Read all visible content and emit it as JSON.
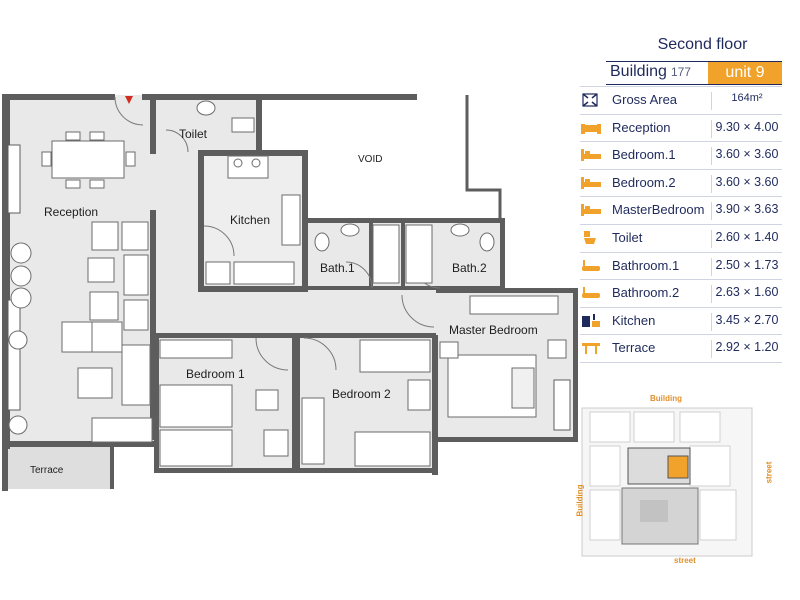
{
  "header": {
    "floor": "Second floor",
    "building_label": "Building",
    "building_number": "177",
    "unit": "unit 9"
  },
  "accent_color": "#f0a22a",
  "room_table": [
    {
      "icon": "gross-area-icon",
      "name": "Gross Area",
      "dim": "164m²"
    },
    {
      "icon": "sofa-icon",
      "name": "Reception",
      "dim": "9.30 × 4.00"
    },
    {
      "icon": "bed-icon",
      "name": "Bedroom.1",
      "dim": "3.60 × 3.60"
    },
    {
      "icon": "bed-icon",
      "name": "Bedroom.2",
      "dim": "3.60 × 3.60"
    },
    {
      "icon": "bed-icon",
      "name": "MasterBedroom",
      "dim": "3.90 × 3.63"
    },
    {
      "icon": "toilet-icon",
      "name": "Toilet",
      "dim": "2.60 × 1.40"
    },
    {
      "icon": "bathtub-icon",
      "name": "Bathroom.1",
      "dim": "2.50 × 1.73"
    },
    {
      "icon": "bathtub-icon",
      "name": "Bathroom.2",
      "dim": "2.63 × 1.60"
    },
    {
      "icon": "kitchen-icon",
      "name": "Kitchen",
      "dim": "3.45 × 2.70"
    },
    {
      "icon": "terrace-icon",
      "name": "Terrace",
      "dim": "2.92 × 1.20"
    }
  ],
  "plan_labels": {
    "reception": "Reception",
    "toilet": "Toilet",
    "kitchen": "Kitchen",
    "void": "VOID",
    "bath1": "Bath.1",
    "bath2": "Bath.2",
    "master_bedroom": "Master Bedroom",
    "bedroom1": "Bedroom 1",
    "bedroom2": "Bedroom 2",
    "terrace": "Terrace"
  },
  "key_plan": {
    "top": "Building",
    "left": "Building",
    "right": "street",
    "bottom": "street"
  }
}
